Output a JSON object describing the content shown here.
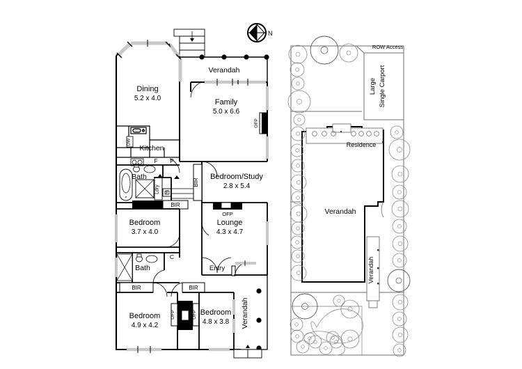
{
  "document": {
    "type": "real-estate-floor-plan",
    "panels": [
      "floor-plan",
      "site-plan"
    ]
  },
  "compass": {
    "label": "N",
    "icon": "compass-north-icon"
  },
  "floor_plan": {
    "rooms": [
      {
        "name": "Verandah",
        "dimensions": "",
        "id": "verandah-front"
      },
      {
        "name": "Dining",
        "dimensions": "5.2 x 4.0",
        "id": "dining"
      },
      {
        "name": "Family",
        "dimensions": "5.0 x 6.6",
        "id": "family"
      },
      {
        "name": "Kitchen",
        "dimensions": "",
        "id": "kitchen"
      },
      {
        "name": "Bath",
        "dimensions": "",
        "id": "bath-upper"
      },
      {
        "name": "Bedroom/Study",
        "dimensions": "2.8 x 5.4",
        "id": "bedroom-study"
      },
      {
        "name": "Bedroom",
        "dimensions": "3.7 x 4.0",
        "id": "bedroom-west"
      },
      {
        "name": "Lounge",
        "dimensions": "4.3 x 4.7",
        "id": "lounge"
      },
      {
        "name": "Bath",
        "dimensions": "",
        "id": "bath-lower"
      },
      {
        "name": "Entry",
        "dimensions": "",
        "id": "entry"
      },
      {
        "name": "Bedroom",
        "dimensions": "4.9 x 4.2",
        "id": "bedroom-southwest"
      },
      {
        "name": "Bedroom",
        "dimensions": "4.8 x 3.8",
        "id": "bedroom-southeast"
      },
      {
        "name": "Verandah",
        "dimensions": "",
        "id": "verandah-side"
      }
    ],
    "annotations": [
      {
        "text": "DW",
        "id": "dishwasher"
      },
      {
        "text": "F",
        "id": "fridge"
      },
      {
        "text": "P",
        "id": "pantry"
      },
      {
        "text": "Ldry",
        "id": "laundry"
      },
      {
        "text": "E",
        "id": "electrical"
      },
      {
        "text": "C",
        "id": "cupboard"
      },
      {
        "text": "BIR",
        "id": "built-in-robe-1"
      },
      {
        "text": "BIR",
        "id": "built-in-robe-2"
      },
      {
        "text": "BIR",
        "id": "built-in-robe-3"
      },
      {
        "text": "BIR",
        "id": "built-in-robe-4"
      },
      {
        "text": "OFP",
        "id": "open-fireplace-family"
      },
      {
        "text": "OFP",
        "id": "open-fireplace-lounge"
      },
      {
        "text": "OFP",
        "id": "open-fireplace-bed-sw"
      },
      {
        "text": "OFP",
        "id": "open-fireplace-bed-se"
      }
    ]
  },
  "site_plan": {
    "labels": [
      {
        "text": "ROW Access",
        "id": "row-access"
      },
      {
        "text": "Large",
        "id": "carport-line-1"
      },
      {
        "text": "Single Carport",
        "id": "carport-line-2"
      },
      {
        "text": "Verandah",
        "id": "site-verandah-north"
      },
      {
        "text": "Residence",
        "id": "residence"
      },
      {
        "text": "Verandah",
        "id": "site-verandah-east"
      }
    ]
  },
  "colors": {
    "ink": "#000000",
    "wall_fill": "#ffffff",
    "window_grey": "#c8c8c8",
    "site_line": "#6e6e6e",
    "tree_line": "#8a8a8a",
    "background": "#ffffff"
  }
}
